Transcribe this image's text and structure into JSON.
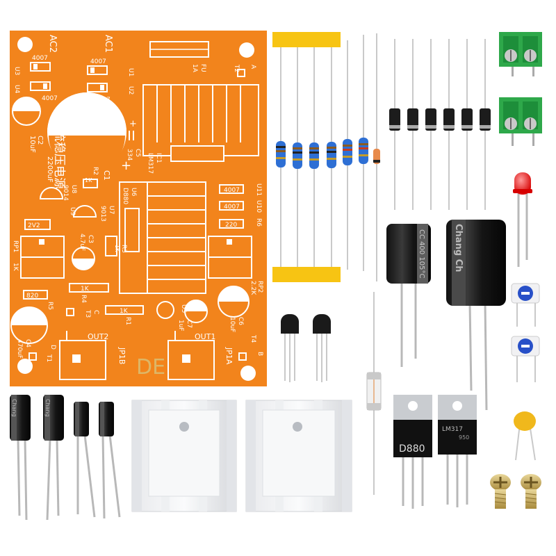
{
  "pcb": {
    "title_cn": "直流稳压电源",
    "labels": {
      "ac1": "AC1",
      "ac2": "AC2",
      "fu": "FU",
      "fu_val": "1A",
      "t2": "T2",
      "a": "A",
      "u1": "U1",
      "u2": "U2",
      "u3": "U3",
      "u4": "U4",
      "d4007": "4007",
      "c1": "C1",
      "c1_val": "2200uF",
      "c2": "C2",
      "c2_val": "10uF",
      "c5": "C5",
      "c5_val": "334",
      "ic1": "IC1",
      "ic1_val": "LM317",
      "u6": "U6",
      "u6_val": "D880",
      "u7": "U7",
      "u7_val": "9013",
      "u8": "U8",
      "u8_val": "9014",
      "u9": "U9",
      "u10": "U10",
      "u11": "U11",
      "r6": "R6",
      "r220": "220",
      "rp1": "RP1",
      "rp1_val": "1K",
      "rp2": "RP2",
      "rp2_val": "2.2K",
      "r2": "R2",
      "r3": "R3",
      "r4": "R4",
      "r5": "R5",
      "r1": "R1",
      "r1k": "1K",
      "r820": "820",
      "z2v2": "2V2",
      "c3": "C3",
      "c3_val": "4.7uF",
      "c4": "C4",
      "c4_val": "470uF",
      "c6": "C6",
      "c6_val": "10uF",
      "c7": "C7",
      "c7_val": "1uF",
      "t3": "T3",
      "c": "C",
      "u5": "U5",
      "out1": "OUT1",
      "out2": "OUT2",
      "jp1a": "JP1A",
      "jp1b": "JP1B",
      "t1": "T1",
      "d": "D",
      "t4": "T4",
      "b": "B",
      "de": "DE"
    }
  },
  "parts": {
    "big_cap_text": "Chang Ch",
    "mid_cap_text": "CC 400 105°C",
    "small_cap_text": "Chang",
    "reg1_text": "D880",
    "reg2_text": "LM317",
    "reg2_sub": "950"
  }
}
